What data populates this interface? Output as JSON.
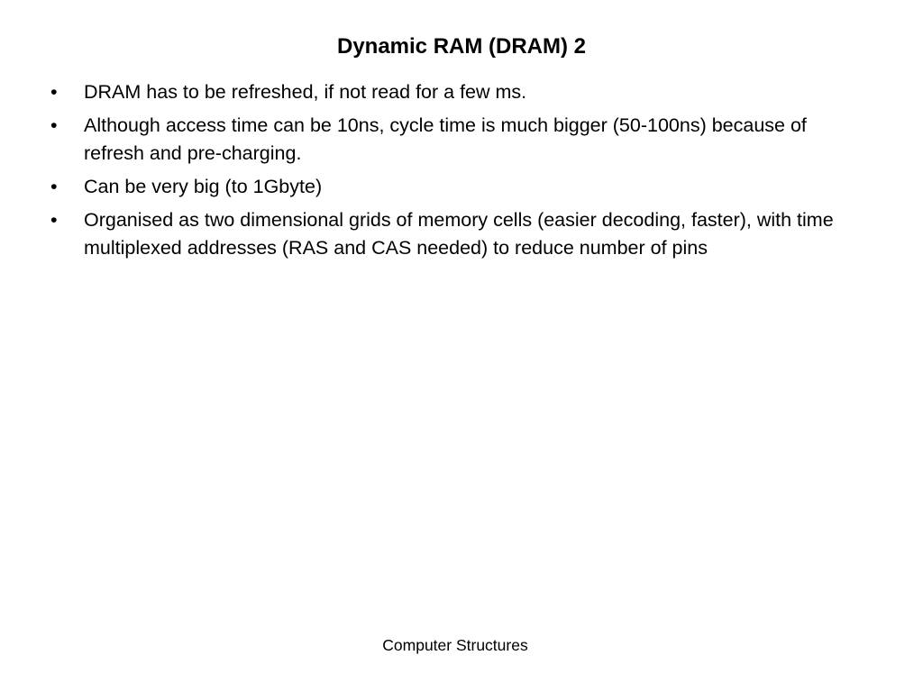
{
  "slide": {
    "title": "Dynamic RAM (DRAM) 2",
    "bullet_glyph": "•",
    "bullets": [
      "DRAM has to be refreshed, if not read for a few ms.",
      "Although access time can be 10ns, cycle time is much bigger (50-100ns) because of refresh and pre-charging.",
      "Can be very big (to 1Gbyte)",
      "Organised as two dimensional grids of memory cells (easier decoding, faster), with time multiplexed addresses (RAS and CAS needed) to reduce number of pins"
    ],
    "footer": "Computer Structures"
  }
}
